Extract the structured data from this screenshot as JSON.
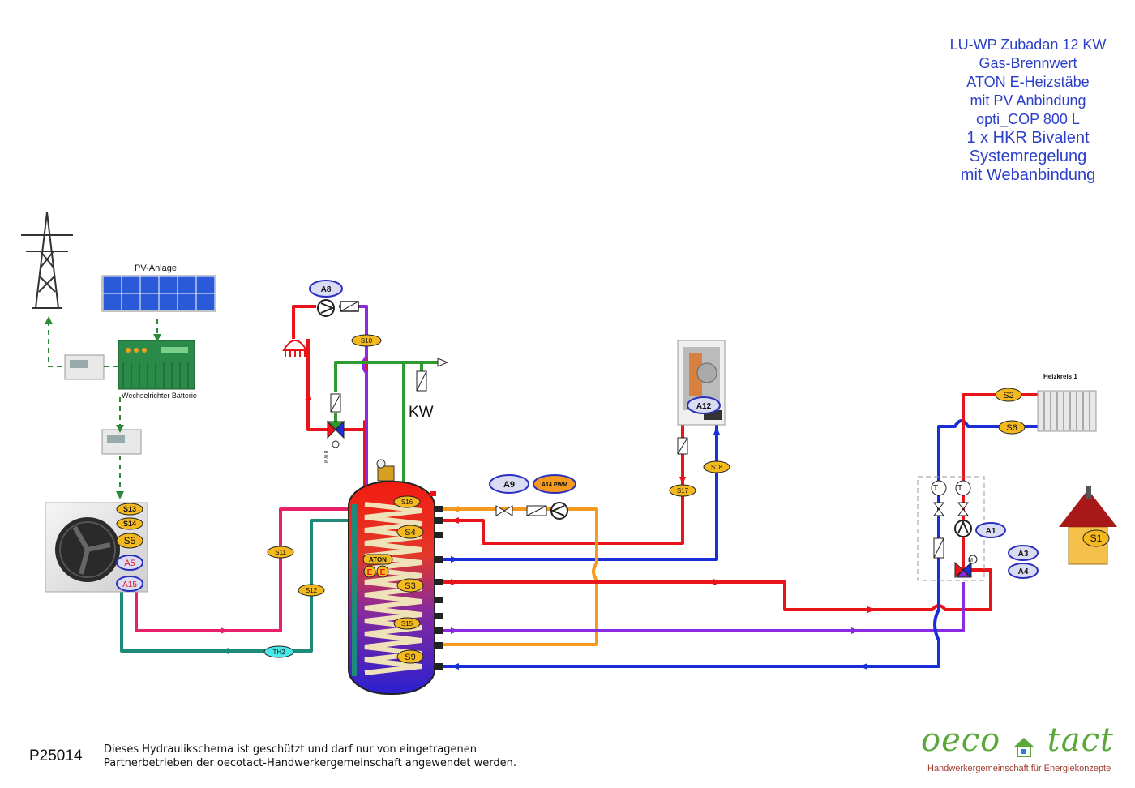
{
  "title_lines": [
    "LU-WP Zubadan 12 KW",
    "Gas-Brennwert",
    "ATON E-Heizstäbe",
    "mit PV Anbindung",
    "opti_COP 800 L",
    "1 x HKR Bivalent",
    "Systemregelung",
    "mit Webanbindung"
  ],
  "labels": {
    "pv_anlage": "PV-Anlage",
    "wechselrichter": "Wechselrichter Batterie",
    "kw": "KW",
    "heizkreis": "Heizkreis 1",
    "aton": "ATON",
    "e": "E",
    "bwm": "B W M",
    "m": "M",
    "t": "T"
  },
  "sensors": {
    "s1": "S1",
    "s2": "S2",
    "s3": "S3",
    "s4": "S4",
    "s5": "S5",
    "s6": "S6",
    "s9": "S9",
    "s10": "S10",
    "s11": "S11",
    "s12": "S12",
    "s13": "S13",
    "s14": "S14",
    "s15": "S15",
    "s16": "S16",
    "s17": "S17",
    "s18": "S18",
    "th2": "TH2"
  },
  "actuators": {
    "a1": "A1",
    "a3": "A3",
    "a4": "A4",
    "a5": "A5",
    "a8": "A8",
    "a9": "A9",
    "a12": "A12",
    "a14": "A14 PWM",
    "a15": "A15"
  },
  "footer": {
    "id": "P25014",
    "note_line1": "Dieses Hydraulikschema ist geschützt und darf nur von eingetragenen",
    "note_line2": "Partnerbetrieben der oecotact-Handwerkergemeinschaft angewendet werden.",
    "logo_left": "oeco",
    "logo_right": "tact",
    "logo_sub": "Handwerkergemeinschaft für Energiekonzepte"
  },
  "colors": {
    "title_blue": "#2b3fc9",
    "pipe_red": "#e8141a",
    "pipe_blue": "#1a2fd8",
    "pipe_orange": "#f59a1e",
    "pipe_purple": "#8a2be2",
    "pipe_green": "#2f9a2f",
    "pipe_teal": "#1e8a7a",
    "pipe_magenta": "#e8206a",
    "sensor_fill": "#f5b920",
    "actuator_fill": "#d9dcf2",
    "actuator_border": "#2a2fc0"
  }
}
